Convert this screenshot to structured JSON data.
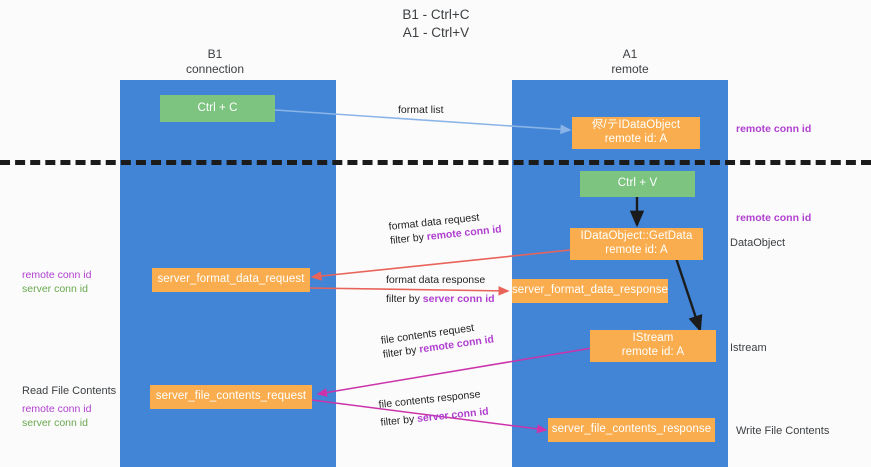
{
  "diagram": {
    "title_line1": "B1 - Ctrl+C",
    "title_line2": "A1 - Ctrl+V",
    "lanes": [
      {
        "name": "lane-b1",
        "header_line1": "B1",
        "header_line2": "connection",
        "color": "#4285d6"
      },
      {
        "name": "lane-a1",
        "header_line1": "A1",
        "header_line2": "remote",
        "color": "#4285d6"
      }
    ],
    "nodes": {
      "ctrl_c": {
        "line1": "Ctrl + C",
        "line2": "",
        "color": "#7cc47f"
      },
      "idataobject_remote": {
        "line1": "侭/テIDataObject",
        "line2": "remote id: A",
        "color": "#f9ad4e"
      },
      "ctrl_v": {
        "line1": "Ctrl + V",
        "line2": "",
        "color": "#7cc47f"
      },
      "getdata": {
        "line1": "IDataObject::GetData",
        "line2": "remote id: A",
        "color": "#f9ad4e"
      },
      "server_format_data_request": {
        "line1": "server_format_data_request",
        "line2": "",
        "color": "#f9ad4e"
      },
      "server_format_data_response": {
        "line1": "server_format_data_response",
        "line2": "",
        "color": "#f9ad4e"
      },
      "istream": {
        "line1": "IStream",
        "line2": "remote id: A",
        "color": "#f9ad4e"
      },
      "server_file_contents_request": {
        "line1": "server_file_contents_request",
        "line2": "",
        "color": "#f9ad4e"
      },
      "server_file_contents_response": {
        "line1": "server_file_contents_response",
        "line2": "",
        "color": "#f9ad4e"
      }
    },
    "edge_labels": {
      "format_list": "format list",
      "format_data_request": "format data request",
      "format_data_request_filter_prefix": "filter by ",
      "format_data_request_filter_key": "remote conn id",
      "format_data_response": "format data response",
      "format_data_response_filter_prefix": "filter by ",
      "format_data_response_filter_key": "server conn id",
      "file_contents_request": "file contents request",
      "file_contents_request_filter_prefix": "filter by ",
      "file_contents_request_filter_key": "remote conn id",
      "file_contents_response": "file contents response",
      "file_contents_response_filter_prefix": "filter by ",
      "file_contents_response_filter_key": "server conn id"
    },
    "side_labels": {
      "right_remote_conn_id_top": "remote conn id",
      "right_remote_conn_id_mid": "remote conn id",
      "left_remote_conn_id_mid": "remote conn id",
      "left_server_conn_id_mid": "server conn id",
      "read_file_contents": "Read File Contents",
      "left_remote_conn_id_bottom": "remote conn id",
      "left_server_conn_id_bottom": "server conn id",
      "dataobject": "DataObject",
      "istream": "Istream",
      "write_file_contents": "Write File Contents"
    },
    "colors": {
      "lane": "#4285d6",
      "node_orange": "#f9ad4e",
      "node_green": "#7cc47f",
      "accent_purple": "#b03fd0",
      "accent_green": "#6aa84f",
      "arrow_blue": "#8ab4e8",
      "arrow_red": "#e8645a",
      "arrow_magenta": "#cc33aa",
      "arrow_black": "#1b1b1b",
      "divider": "#1b1b1b",
      "background": "#fbfbfb"
    }
  }
}
